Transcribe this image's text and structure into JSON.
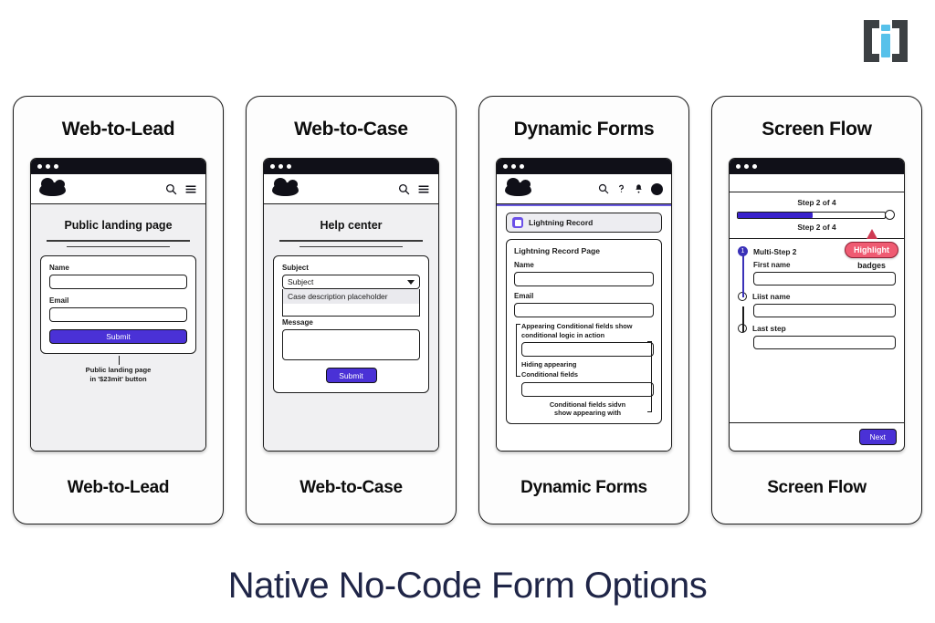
{
  "logo": {
    "name": "interactable-logo",
    "bracket_color": "#3c4043",
    "accent_color": "#57c1ea",
    "letter": "i"
  },
  "footer": {
    "title": "Native No-Code Form Options",
    "color": "#1f2547"
  },
  "theme": {
    "submit_blue": "#4a31d6",
    "accent_purple": "#6b5ce0",
    "badge_red": "#ef5b72",
    "progress_blue": "#3a22cc"
  },
  "cards": [
    {
      "title": "Web-to-Lead",
      "footer_label": "Web-to-Lead",
      "heading": "Public landing page",
      "nav_icons": [
        "search-icon",
        "hamburger-icon"
      ],
      "fields": [
        {
          "label": "Name",
          "value": "",
          "placeholder": ""
        },
        {
          "label": "Email",
          "value": "",
          "placeholder": ""
        }
      ],
      "submit_label": "Submit",
      "caption_line1": "Public landing page",
      "caption_line2": "in '$23mit' button"
    },
    {
      "title": "Web-to-Case",
      "footer_label": "Web-to-Case",
      "heading": "Help center",
      "nav_icons": [
        "search-icon",
        "hamburger-icon"
      ],
      "subject_label": "Subject",
      "subject_value": "Subject",
      "dropdown_option": "Case description placeholder",
      "message_label": "Message",
      "submit_label": "Submit"
    },
    {
      "title": "Dynamic Forms",
      "footer_label": "Dynamic Forms",
      "nav_icons": [
        "search-icon",
        "question-icon",
        "bell-icon",
        "avatar-icon"
      ],
      "tab_label": "Lightning Record",
      "record_title": "Lightning Record Page",
      "fields": [
        {
          "label": "Name"
        },
        {
          "label": "Email"
        }
      ],
      "note_appearing_1": "Appearing Conditional fields show",
      "note_appearing_2": "conditional logic in action",
      "note_hiding_1": "Hiding appearing",
      "note_hiding_2": "Conditional fields",
      "note_bottom_1": "Conditional fields sidvn",
      "note_bottom_2": "show appearing with"
    },
    {
      "title": "Screen Flow",
      "footer_label": "Screen Flow",
      "step_top": "Step 2 of 4",
      "step_bottom": "Step 2 of 4",
      "progress_percent": 55,
      "step_number": "1",
      "step_title": "Multi-Step 2",
      "steps": [
        {
          "label": "First name"
        },
        {
          "label": "Liist name"
        },
        {
          "label": "Last step"
        }
      ],
      "badge_label": "Highlight",
      "badge_sub": "badges",
      "next_label": "Next"
    }
  ]
}
